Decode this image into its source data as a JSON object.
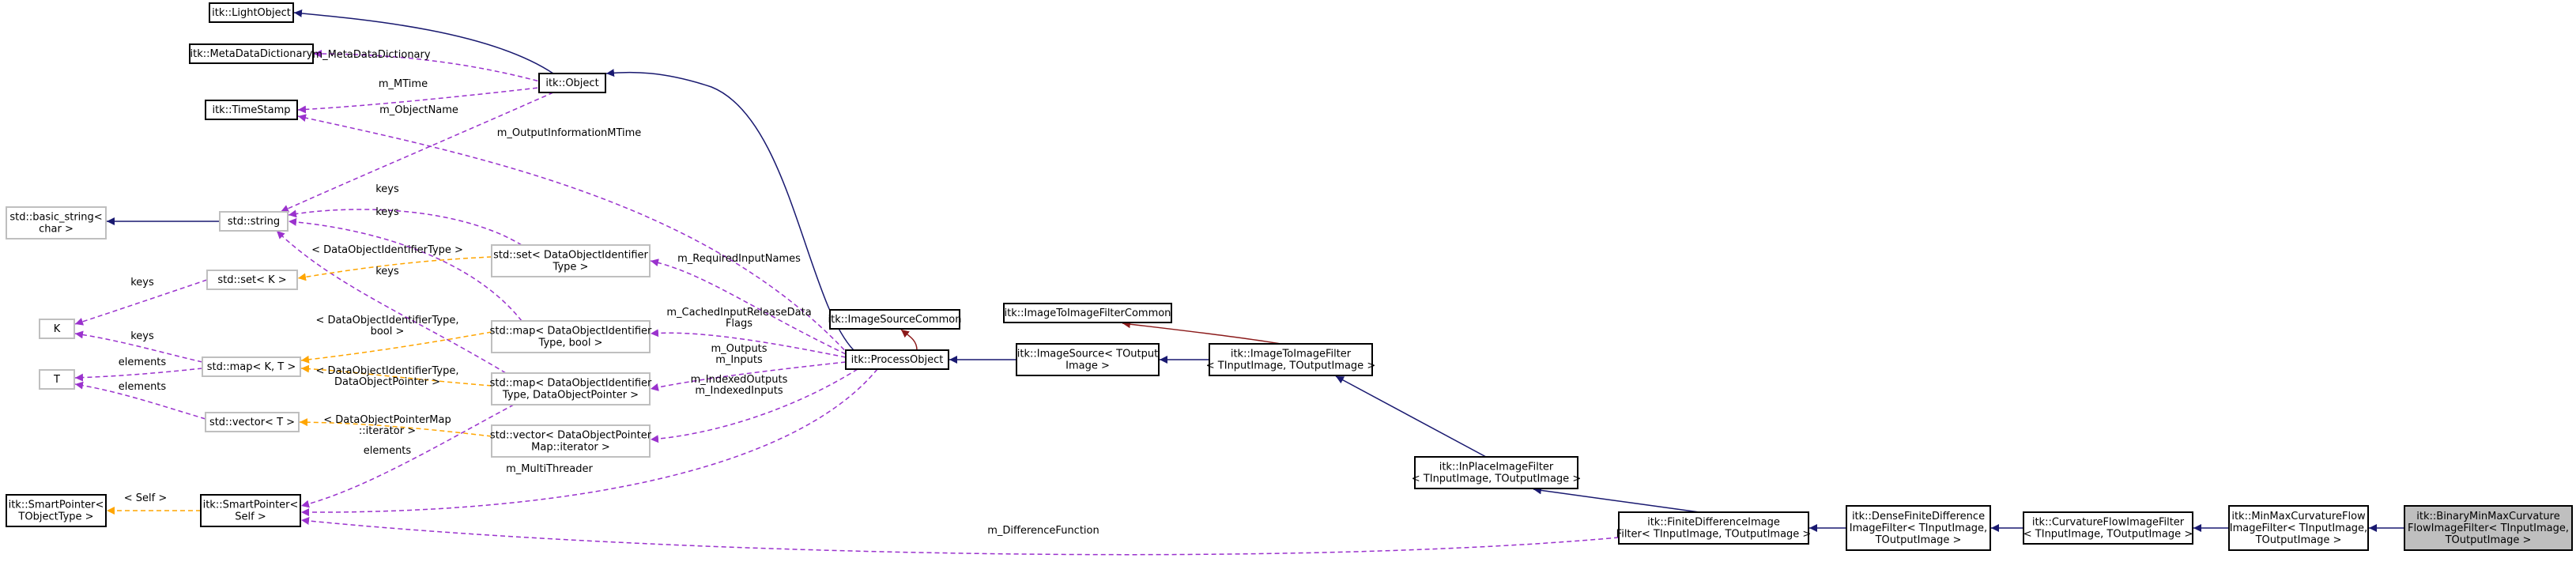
{
  "colors": {
    "inherit": "#191970",
    "usage": "#9a32cd",
    "template": "#ffa500",
    "protected": "#8b1a1a",
    "node_border": "#000000",
    "node_border_grey": "#bfbfbf",
    "focus_fill": "#bfbfbf"
  },
  "nodes": {
    "lightobject": {
      "lines": [
        "itk::LightObject"
      ]
    },
    "metadatadictionary": {
      "lines": [
        "itk::MetaDataDictionary"
      ]
    },
    "object": {
      "lines": [
        "itk::Object"
      ]
    },
    "timestamp": {
      "lines": [
        "itk::TimeStamp"
      ]
    },
    "basic_string": {
      "lines": [
        "std::basic_string<",
        "char >"
      ]
    },
    "string": {
      "lines": [
        "std::string"
      ]
    },
    "set_k": {
      "lines": [
        "std::set< K >"
      ]
    },
    "k": {
      "lines": [
        "K"
      ]
    },
    "t": {
      "lines": [
        "T"
      ]
    },
    "map_kt": {
      "lines": [
        "std::map< K, T >"
      ]
    },
    "vector_t": {
      "lines": [
        "std::vector< T >"
      ]
    },
    "set_doi": {
      "lines": [
        "std::set< DataObjectIdentifier",
        "Type >"
      ]
    },
    "map_doi_bool": {
      "lines": [
        "std::map< DataObjectIdentifier",
        "Type, bool >"
      ]
    },
    "map_doi_dop": {
      "lines": [
        "std::map< DataObjectIdentifier",
        "Type, DataObjectPointer >"
      ]
    },
    "vector_dopm": {
      "lines": [
        "std::vector< DataObjectPointer",
        "Map::iterator >"
      ]
    },
    "smartpointer_objtype": {
      "lines": [
        "itk::SmartPointer<",
        "TObjectType >"
      ]
    },
    "smartpointer_self": {
      "lines": [
        "itk::SmartPointer<",
        "Self >"
      ]
    },
    "imagesourcecommon": {
      "lines": [
        "itk::ImageSourceCommon"
      ]
    },
    "processobject": {
      "lines": [
        "itk::ProcessObject"
      ]
    },
    "imagesource": {
      "lines": [
        "itk::ImageSource< TOutput",
        "Image >"
      ]
    },
    "imagetoimagefiltercommon": {
      "lines": [
        "itk::ImageToImageFilterCommon"
      ]
    },
    "imagetoimagefilter": {
      "lines": [
        "itk::ImageToImageFilter",
        "< TInputImage, TOutputImage >"
      ]
    },
    "inplaceimagefilter": {
      "lines": [
        "itk::InPlaceImageFilter",
        "< TInputImage, TOutputImage >"
      ]
    },
    "finitedifference": {
      "lines": [
        "itk::FiniteDifferenceImage",
        "Filter< TInputImage, TOutputImage >"
      ]
    },
    "densefinitedifference": {
      "lines": [
        "itk::DenseFiniteDifference",
        "ImageFilter< TInputImage,",
        "TOutputImage >"
      ]
    },
    "curvatureflow": {
      "lines": [
        "itk::CurvatureFlowImageFilter",
        "< TInputImage, TOutputImage >"
      ]
    },
    "minmaxcurvatureflow": {
      "lines": [
        "itk::MinMaxCurvatureFlow",
        "ImageFilter< TInputImage,",
        "TOutputImage >"
      ]
    },
    "binaryminmax": {
      "lines": [
        "itk::BinaryMinMaxCurvature",
        "FlowImageFilter< TInputImage,",
        "TOutputImage >"
      ]
    }
  },
  "edge_labels": {
    "m_metadatadictionary": [
      "m_MetaDataDictionary"
    ],
    "m_mtime": [
      "m_MTime"
    ],
    "m_objectname": [
      "m_ObjectName"
    ],
    "m_outputinformationmtime": [
      "m_OutputInformationMTime"
    ],
    "keys_set": [
      "keys"
    ],
    "keys_map_str": [
      "keys"
    ],
    "keys_str_map": [
      "keys"
    ],
    "keys_map_k": [
      "keys"
    ],
    "keys_setk_k": [
      "keys"
    ],
    "doit_set": [
      "< DataObjectIdentifierType >"
    ],
    "doit_bool": [
      "< DataObjectIdentifierType,",
      "bool >"
    ],
    "doit_dop": [
      "< DataObjectIdentifierType,",
      "DataObjectPointer >"
    ],
    "dopm_iter": [
      "< DataObjectPointerMap",
      "::iterator >"
    ],
    "elements_map": [
      "elements"
    ],
    "elements_vec": [
      "elements"
    ],
    "elements_sp": [
      "elements"
    ],
    "m_requiredinputnames": [
      "m_RequiredInputNames"
    ],
    "m_cachedinput": [
      "m_CachedInputReleaseData",
      "Flags"
    ],
    "m_outputs_inputs": [
      "m_Outputs",
      "m_Inputs"
    ],
    "m_indexed": [
      "m_IndexedOutputs",
      "m_IndexedInputs"
    ],
    "m_multithreader": [
      "m_MultiThreader"
    ],
    "self": [
      "< Self >"
    ],
    "m_differencefunction": [
      "m_DifferenceFunction"
    ]
  }
}
